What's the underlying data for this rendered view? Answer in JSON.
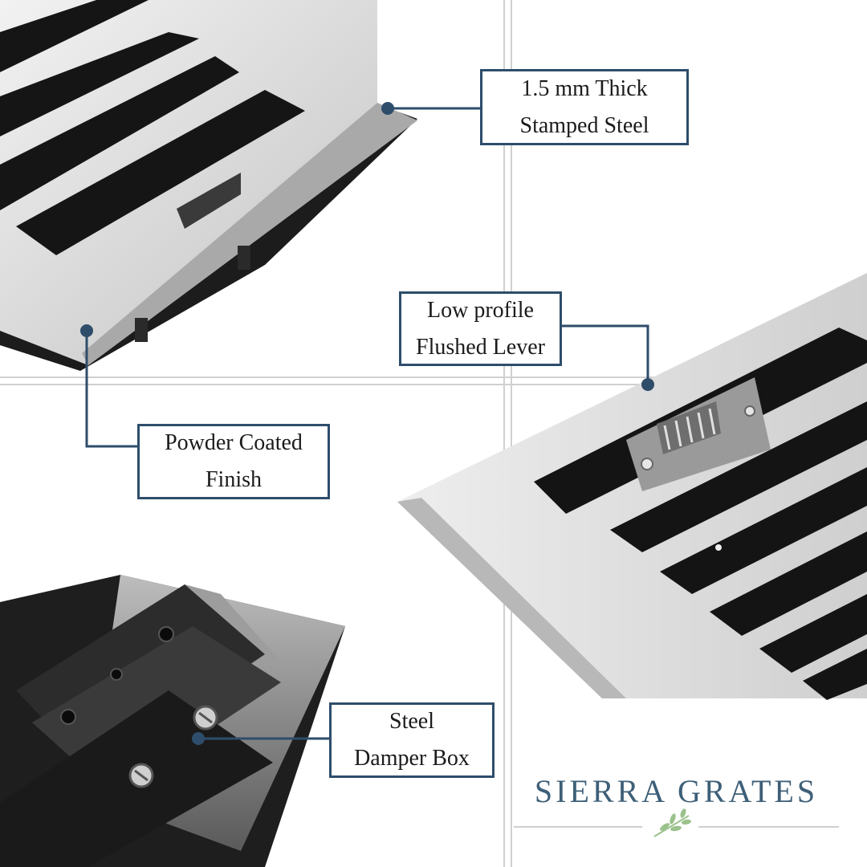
{
  "callouts": {
    "thickness": {
      "line1": "1.5 mm Thick",
      "line2": "Stamped Steel"
    },
    "lever": {
      "line1": "Low profile",
      "line2": "Flushed Lever"
    },
    "finish": {
      "line1": "Powder Coated",
      "line2": "Finish"
    },
    "damper": {
      "line1": "Steel",
      "line2": "Damper Box"
    }
  },
  "brand": {
    "name": "SIERRA GRATES"
  },
  "colors": {
    "callout_border": "#2e4d6b",
    "callout_dot": "#2e4d6b",
    "brand_text": "#3e5f78",
    "leaf_green": "#9bc28d",
    "divider": "#cfcfcf",
    "steel_light": "#dcdcdc",
    "steel_dark": "#1e1e1e"
  }
}
